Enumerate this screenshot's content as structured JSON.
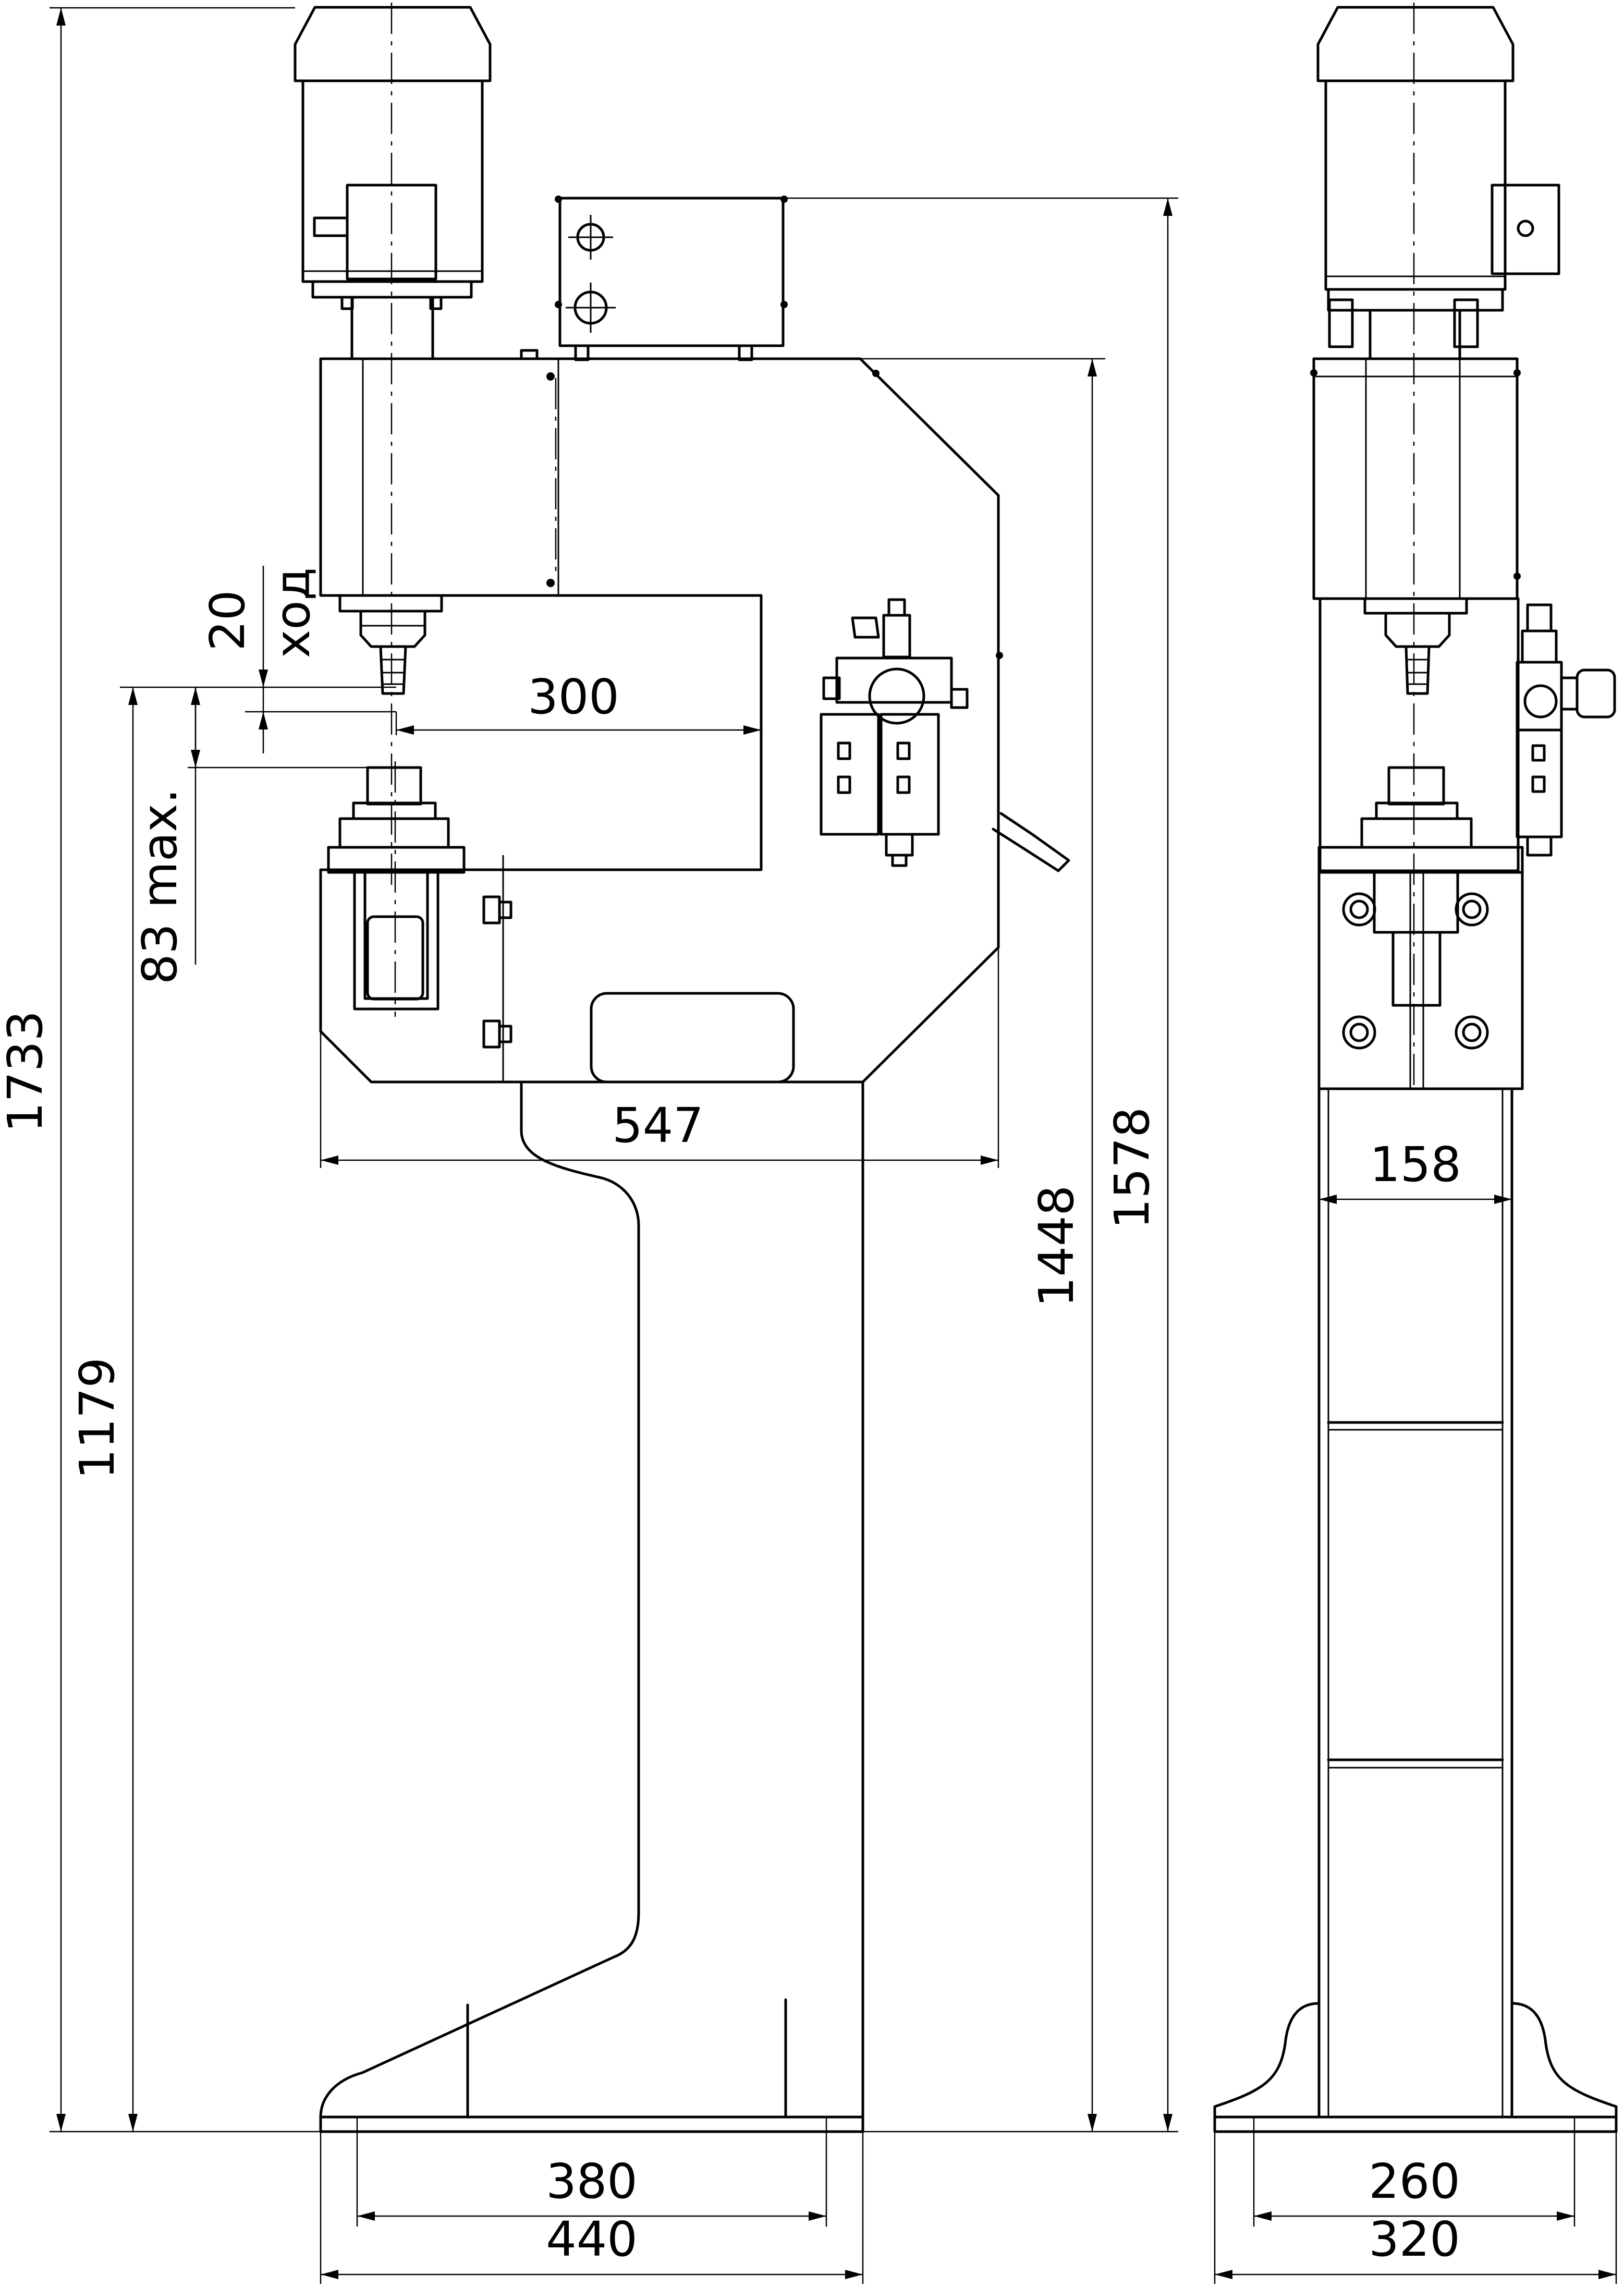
{
  "drawing": {
    "dimensions": {
      "overall_height": "1733",
      "top_height": "1578",
      "frame_height": "1448",
      "work_height": "1179",
      "stroke": "20",
      "stroke_label": "ход",
      "max_gap": "83 max.",
      "throat_depth": "300",
      "frame_depth": "547",
      "base_inner_front": "380",
      "base_outer_front": "440",
      "column_width": "158",
      "base_inner_side": "260",
      "base_outer_side": "320"
    }
  }
}
